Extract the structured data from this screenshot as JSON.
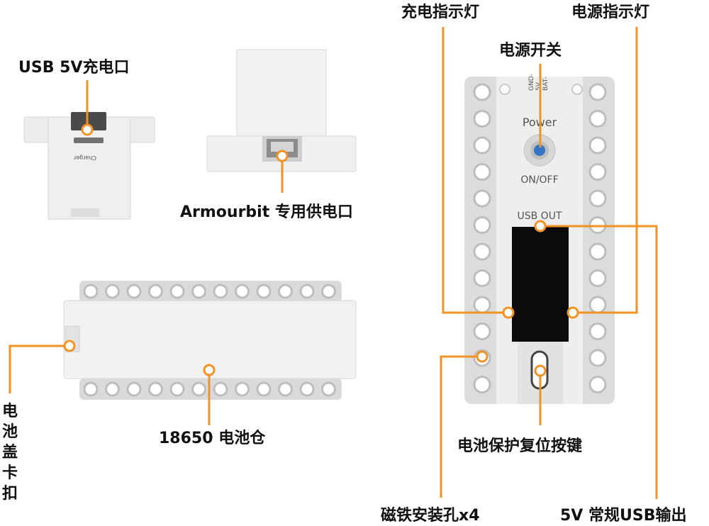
{
  "labels": {
    "usb_charge_port": "USB 5V充电口",
    "armourbit_port": "Armourbit 专用供电口",
    "battery_cover_clip": "电池盖卡扣",
    "battery_compartment": "18650 电池仓",
    "charge_indicator": "充电指示灯",
    "power_indicator": "电源指示灯",
    "power_switch": "电源开关",
    "reset_button": "电池保护复位按键",
    "magnet_holes": "磁铁安装孔x4",
    "usb_output": "5V 常规USB输出"
  },
  "board_text": {
    "pins": [
      "GND-",
      "5V",
      "BAT-"
    ],
    "power": "Power",
    "on_off": "ON/OFF",
    "usb_out": "USB OUT",
    "charger": "Charger"
  },
  "colors": {
    "accent": "#F39222",
    "body": "#EEEEEE",
    "frame": "#D9D9D9",
    "slot": "#0B0B0B",
    "button": "#3575C9"
  }
}
